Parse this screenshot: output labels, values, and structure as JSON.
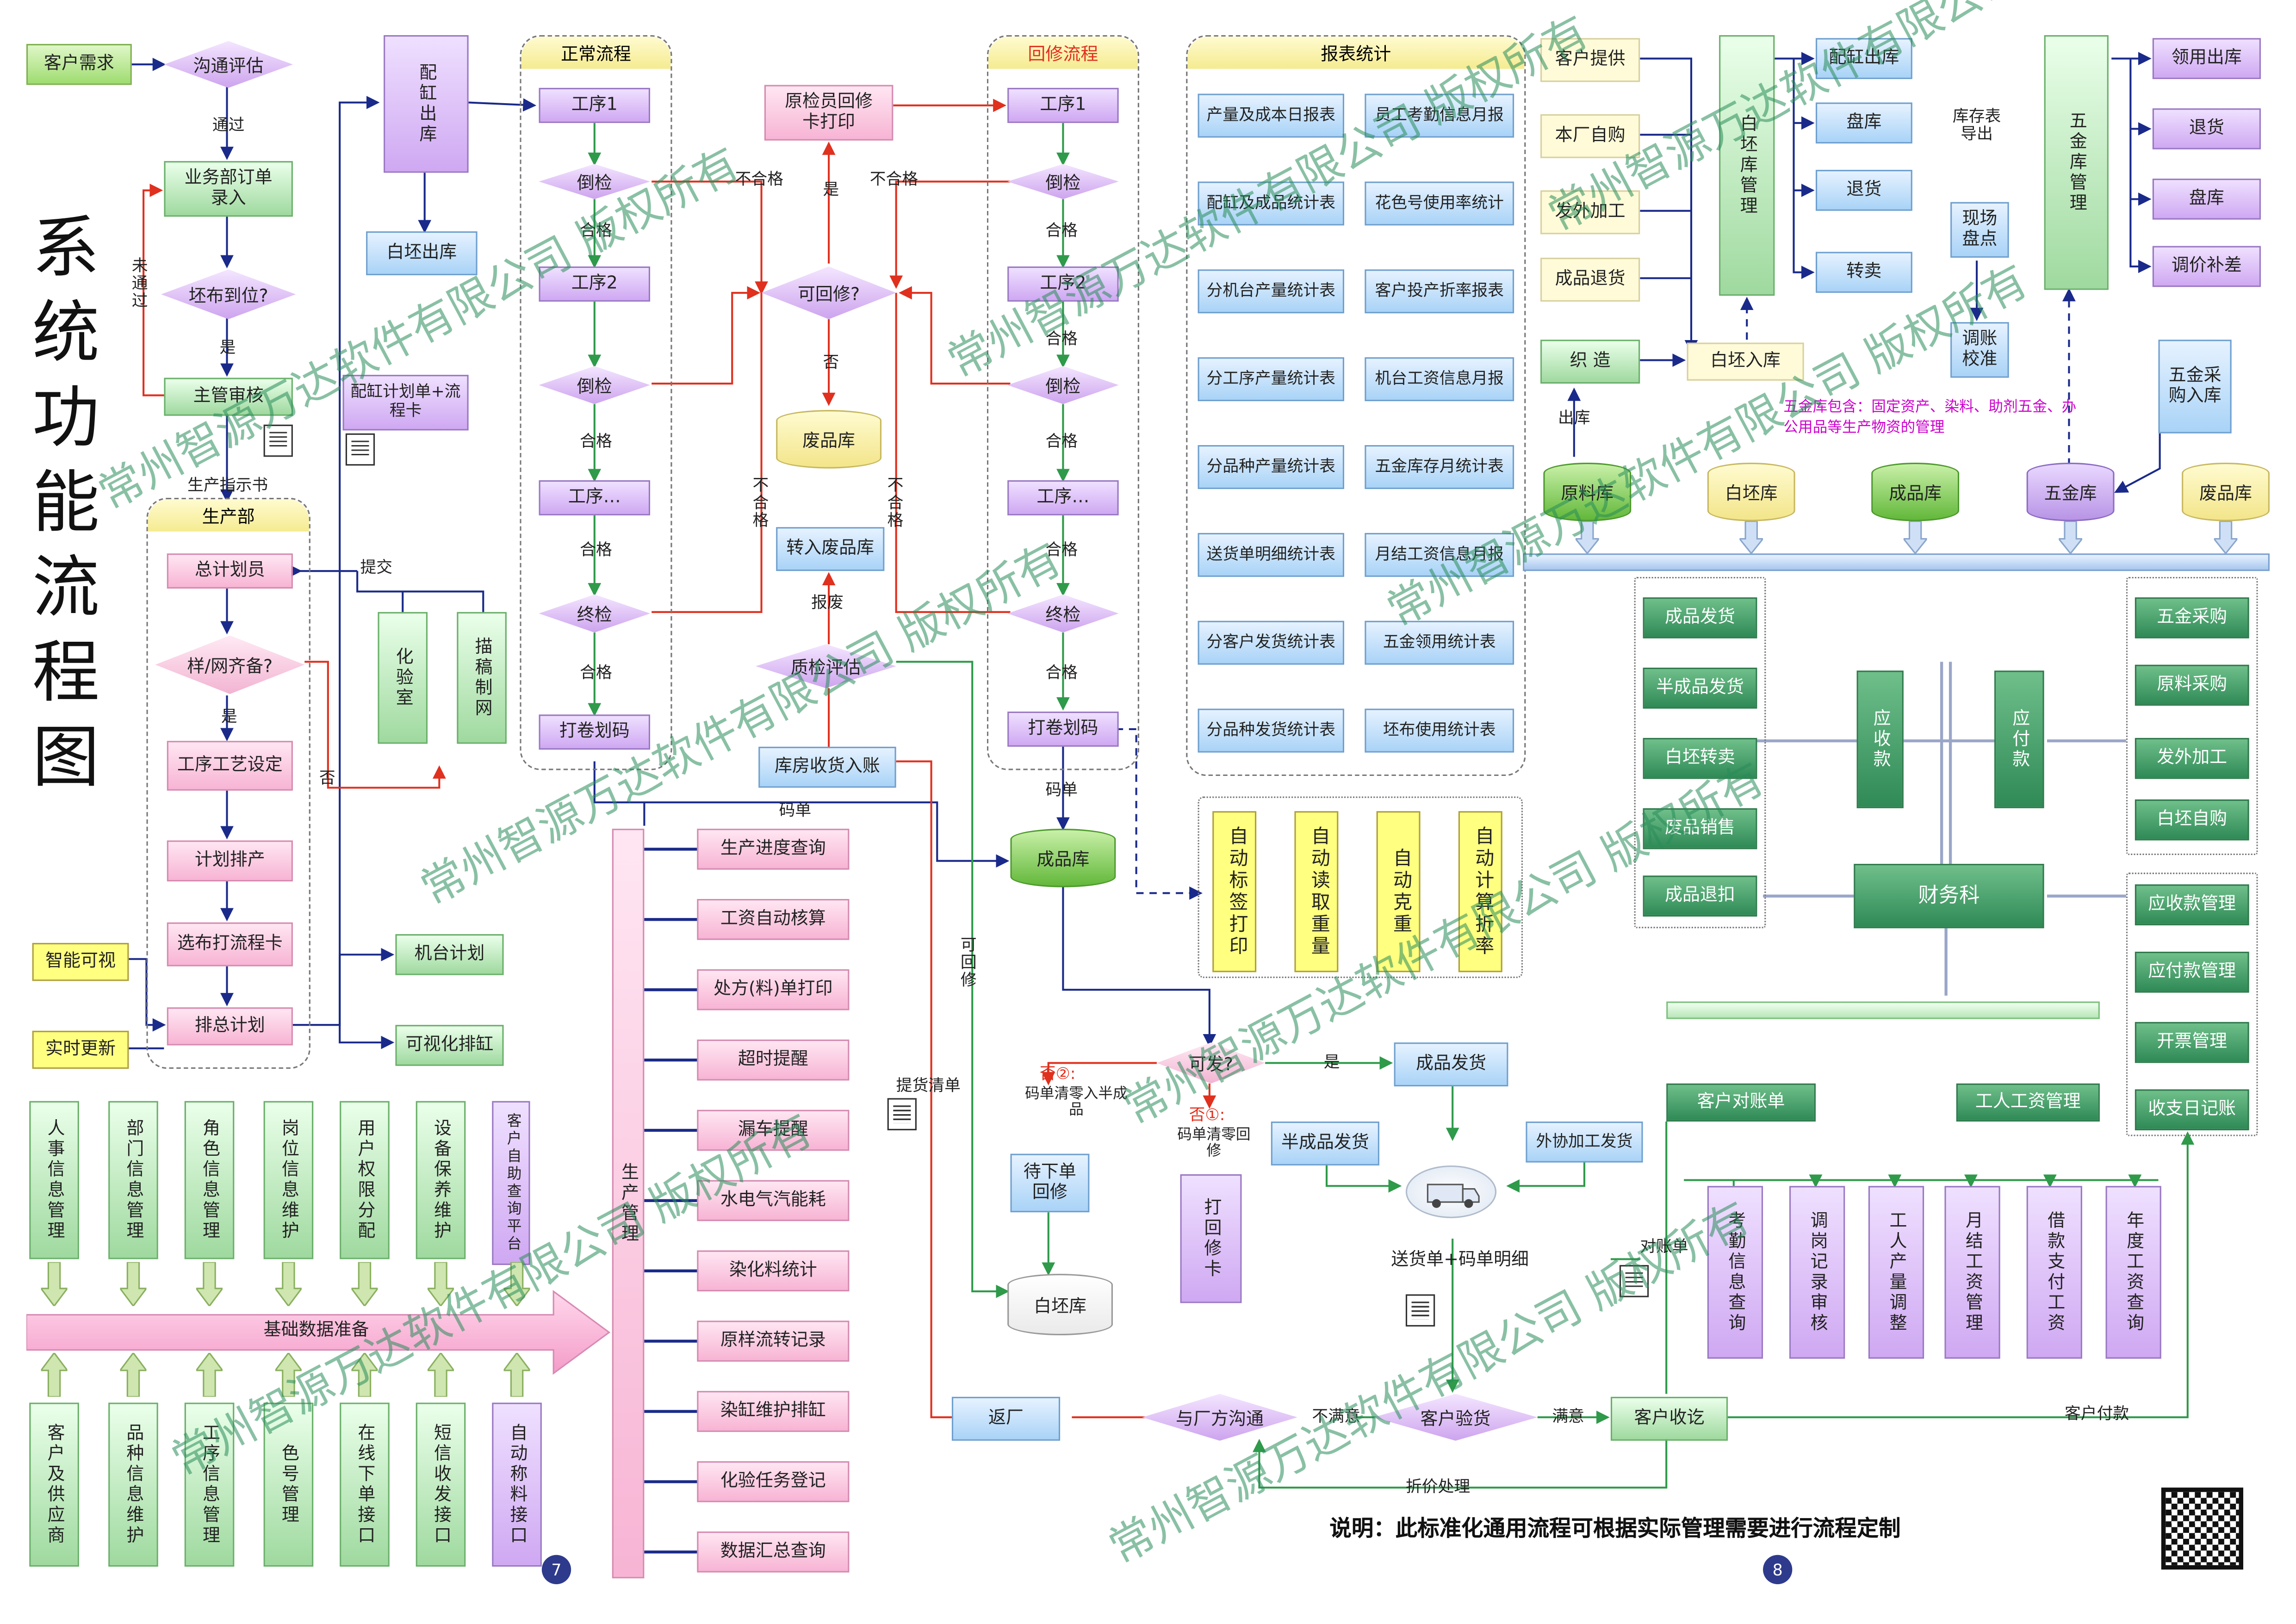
{
  "title": "系统功能流程图",
  "customer_demand": "客户需求",
  "main_flow": {
    "communicate": "沟通评估",
    "pass": "通过",
    "order_entry": "业务部订单录入",
    "fabric_ready": "坯布到位?",
    "not_pass": "未通过",
    "yes": "是",
    "no": "否",
    "supervisor_review": "主管审核",
    "prod_instruction": "生产指示书",
    "prod_dept": "生产部",
    "master_planner": "总计划员",
    "submit": "提交",
    "lab": "化验室",
    "sketch": "描稿制网",
    "sample_ready": "样/网齐备?",
    "process_setup": "工序工艺设定",
    "plan_schedule": "计划排产",
    "select_card": "选布打流程卡",
    "master_plan": "排总计划",
    "smart_view": "智能可视",
    "realtime": "实时更新",
    "machine_plan": "机台计划",
    "visual_vat": "可视化排缸"
  },
  "vat_flow": {
    "vat_out": "配缸出库",
    "grey_out": "白坯出库",
    "vat_plan_card": "配缸计划单+流程卡"
  },
  "normal_flow": {
    "title": "正常流程",
    "op1": "工序1",
    "inspect": "倒检",
    "qualified": "合格",
    "op2": "工序2",
    "op_more": "工序…",
    "final_inspect": "终检",
    "roll_code": "打卷划码",
    "unqualified": "不合格"
  },
  "rework": {
    "title": "回修流程",
    "print_card": "原检员回修卡打印",
    "yes": "是",
    "repairable": "可回修?",
    "no": "否",
    "scrap_store": "废品库",
    "to_scrap": "转入废品库",
    "scrap": "报废",
    "qc_inspect": "质检评估",
    "warehouse_receipt": "库房收货入账",
    "code_sheet": "码单",
    "repairable_v": "可回修"
  },
  "finished": {
    "store": "成品库",
    "code_sheet": "码单",
    "can_ship": "可发?",
    "yes": "是",
    "no2": "否②:",
    "no2_desc": "码单清零入半成品",
    "no1": "否①:",
    "no1_desc": "码单清零回修",
    "wait_repair": "待下单回修",
    "print_repair": "打回修卡",
    "grey_store": "白坯库",
    "ship_list": "提货清单",
    "ship": "成品发货",
    "semi_ship": "半成品发货",
    "outsource_ship": "外协加工发货",
    "delivery_note": "送货单+码单明细",
    "reconcile": "对账单",
    "return": "返厂",
    "factory_comm": "与厂方沟通",
    "unsatisfied": "不满意",
    "customer_check": "客户验货",
    "satisfied": "满意",
    "receipt": "客户收讫",
    "discount": "折价处理",
    "customer_pay": "客户付款"
  },
  "auto": {
    "label": "自动标签打印",
    "weight": "自动读取重量",
    "kg": "自动克重",
    "fold": "自动计算折率"
  },
  "reports": {
    "title": "报表统计",
    "left": [
      "产量及成本日报表",
      "配缸及成品统计表",
      "分机台产量统计表",
      "分工序产量统计表",
      "分品种产量统计表",
      "送货单明细统计表",
      "分客户发货统计表",
      "分品种发货统计表"
    ],
    "right": [
      "员工考勤信息月报",
      "花色号使用率统计",
      "客户投产折率报表",
      "机台工资信息月报",
      "五金库存月统计表",
      "月结工资信息月报",
      "五金领用统计表",
      "坯布使用统计表"
    ]
  },
  "sources": [
    "客户提供",
    "本厂自购",
    "发外加工",
    "成品退货"
  ],
  "weaving": "织 造",
  "grey_in": "白坯入库",
  "out_store": "出库",
  "grey_mgmt": "白坯库管理",
  "grey_ops": [
    "配缸出库",
    "盘库",
    "退货",
    "转卖"
  ],
  "stock_report": "库存表导出",
  "site_check": "现场盘点",
  "adjust": "调账校准",
  "hw_mgmt": "五金库管理",
  "hw_ops": [
    "领用出库",
    "退货",
    "盘库",
    "调价补差"
  ],
  "hw_purchase": "五金采购入库",
  "hw_note": "五金库包含：固定资产、染料、助剂五金、办公用品等生产物资的管理",
  "stores": [
    "原料库",
    "白坯库",
    "成品库",
    "五金库",
    "废品库"
  ],
  "finance": {
    "left": [
      "成品发货",
      "半成品发货",
      "白坯转卖",
      "废品销售",
      "成品退扣"
    ],
    "recv": "应收款",
    "pay": "应付款",
    "dept": "财务科",
    "right": [
      "五金采购",
      "原料采购",
      "发外加工",
      "白坯自购"
    ],
    "right2": [
      "应收款管理",
      "应付款管理",
      "开票管理",
      "收支日记账"
    ],
    "customer_recon": "客户对账单",
    "payroll": "工人工资管理",
    "hr": [
      "考勤信息查询",
      "调岗记录审核",
      "工人产量调整",
      "月结工资管理",
      "借款支付工资",
      "年度工资查询"
    ]
  },
  "prod_mgmt": "生产管理",
  "prod_items": [
    "生产进度查询",
    "工资自动核算",
    "处方(料)单打印",
    "超时提醒",
    "漏车提醒",
    "水电气汽能耗",
    "染化料统计",
    "原样流转记录",
    "染缸维护排缸",
    "化验任务登记",
    "数据汇总查询"
  ],
  "basic_top": [
    "人事信息管理",
    "部门信息管理",
    "角色信息管理",
    "岗位信息维护",
    "用户权限分配",
    "设备保养维护",
    "客户自助查询平台"
  ],
  "basic_label": "基础数据准备",
  "basic_bottom": [
    "客户及供应商",
    "品种信息维护",
    "工序信息管理",
    "色号管理",
    "在线下单接口",
    "短信收发接口",
    "自动称料接口"
  ],
  "page_left": "7",
  "page_right": "8",
  "footnote": "说明：此标准化通用流程可根据实际管理需要进行流程定制",
  "watermark": "常州智源万达软件有限公司 版权所有"
}
